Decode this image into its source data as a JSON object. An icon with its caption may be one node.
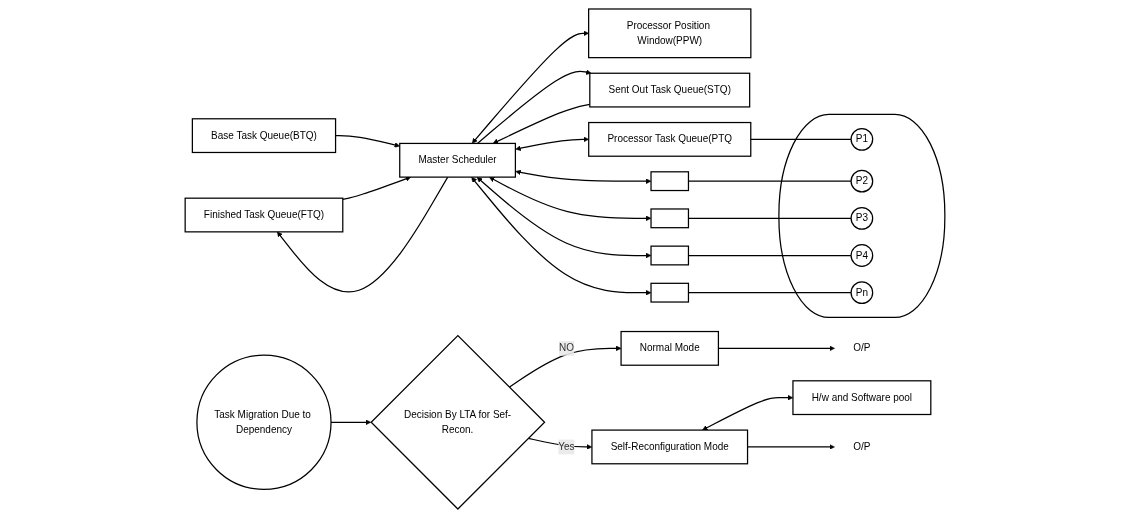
{
  "diagram": {
    "nodes": [
      {
        "text": [
          "Finished Task Queue(FTQ)"
        ]
      },
      {
        "text": [
          "Base Task Queue(BTQ)"
        ]
      },
      {
        "text": [
          "Master Scheduler"
        ]
      },
      {
        "text": [
          "Processor Position Window(PPW)"
        ]
      },
      {
        "text": [
          "Sent Out Task Queue(STQ)"
        ]
      },
      {
        "text": [
          "Processor Task Queue(PTQ"
        ]
      },
      {
        "text": [],
        "shape": "box"
      },
      {
        "text": [],
        "shape": "box"
      },
      {
        "text": [],
        "shape": "box"
      },
      {
        "text": [],
        "shape": "box"
      },
      {
        "text": [],
        "shape": "ellipse"
      },
      {
        "text": [
          "P1"
        ],
        "in": 10
      },
      {
        "text": [
          "P2"
        ],
        "in": 10
      },
      {
        "text": [
          "P3"
        ],
        "in": 10
      },
      {
        "text": [
          "P4"
        ],
        "in": 10
      },
      {
        "text": [
          "Pn"
        ],
        "in": 10
      },
      {
        "text": [
          "Task Migration Due to Dependency"
        ]
      },
      {
        "text": [
          "Decision By LTA for Sef-Recon."
        ]
      },
      {
        "text": [
          "Normal Mode"
        ]
      },
      {
        "text": [
          "O/P"
        ]
      },
      {
        "text": [
          "Self-Reconfiguration Mode"
        ]
      },
      {
        "text": [
          "H/w and Software pool"
        ]
      },
      {
        "text": [
          "O/P"
        ]
      }
    ],
    "edges": [
      {
        "from": 1,
        "to": 2,
        "arrow": "to"
      },
      {
        "from": 0,
        "to": 2,
        "arrow": "to"
      },
      {
        "from": 2,
        "to": 0,
        "arrow": "to"
      },
      {
        "from": 2,
        "to": 4,
        "arrow": "to"
      },
      {
        "from": 4,
        "to": 2,
        "arrow": "to"
      },
      {
        "from": 2,
        "to": 3,
        "arrow": "both"
      },
      {
        "from": 2,
        "to": 5,
        "arrow": "both"
      },
      {
        "from": 2,
        "to": 6,
        "arrow": "both"
      },
      {
        "from": 2,
        "to": 7,
        "arrow": "both"
      },
      {
        "from": 2,
        "to": 8,
        "arrow": "both"
      },
      {
        "from": 2,
        "to": 9,
        "arrow": "both"
      },
      {
        "from": 5,
        "to": 11,
        "arrow": "none"
      },
      {
        "from": 6,
        "to": 12,
        "arrow": "none"
      },
      {
        "from": 7,
        "to": 13,
        "arrow": "none"
      },
      {
        "from": 8,
        "to": 14,
        "arrow": "none"
      },
      {
        "from": 9,
        "to": 15,
        "arrow": "none"
      },
      {
        "from": 16,
        "to": 17,
        "arrow": "to"
      },
      {
        "from": 17,
        "to": 18,
        "label": "NO",
        "arrow": "to"
      },
      {
        "from": 18,
        "to": 19,
        "arrow": "to"
      },
      {
        "from": 17,
        "to": 20,
        "label": "Yes",
        "arrow": "to"
      },
      {
        "from": 20,
        "to": 22,
        "arrow": "to"
      },
      {
        "from": 20,
        "to": 21,
        "arrow": "both"
      }
    ]
  }
}
